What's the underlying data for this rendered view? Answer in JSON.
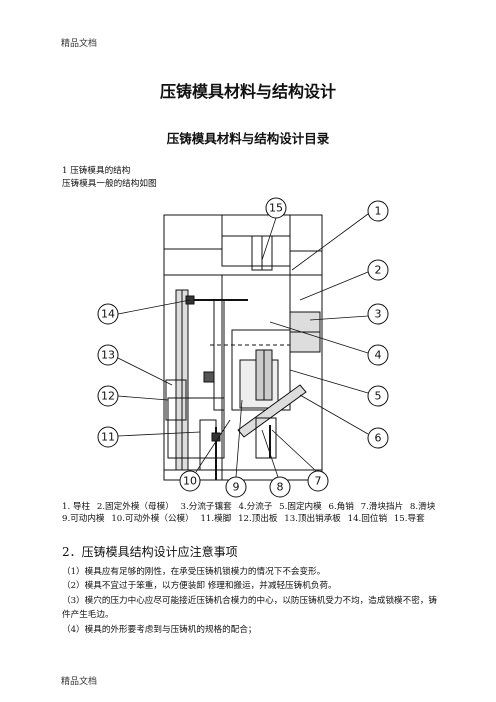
{
  "header": {
    "watermark_top": "精品文档"
  },
  "footer": {
    "watermark_bottom": "精品文档"
  },
  "title": "压铸模具材料与结构设计",
  "subtitle": "压铸模具材料与结构设计目录",
  "section1": {
    "heading": "1  压铸模具的结构",
    "intro": "压铸模具一般的结构如图"
  },
  "figure": {
    "callouts": [
      "1",
      "2",
      "3",
      "4",
      "5",
      "6",
      "7",
      "8",
      "9",
      "10",
      "11",
      "12",
      "13",
      "14",
      "15"
    ]
  },
  "parts_list": [
    "1.  导柱",
    "2.固定外模（母模）",
    "3.分流子镶套",
    "4.分流子",
    "5.固定内模",
    "6.角销",
    "7.滑块挡片",
    "8.滑块",
    "9.可动内模",
    "10.可动外模（公模）",
    "11.模脚",
    "12.顶出板",
    "13.顶出销承板",
    "14.回位销",
    "15.导套"
  ],
  "section2": {
    "heading": "2．压铸模具结构设计应注意事项",
    "items": [
      "（1）模具应有足够的刚性，在承受压铸机锁模力的情况下不会变形。",
      "（2）模具不宜过于笨重，以方便装卸  修理和搬运，并减轻压铸机负荷。",
      "（3）模穴的压力中心应尽可能接近压铸机合模力的中心，以防压铸机受力不均，造成锁模不密，铸件产生毛边。",
      "（4）模具的外形要考虑到与压铸机的规格的配合；"
    ]
  }
}
